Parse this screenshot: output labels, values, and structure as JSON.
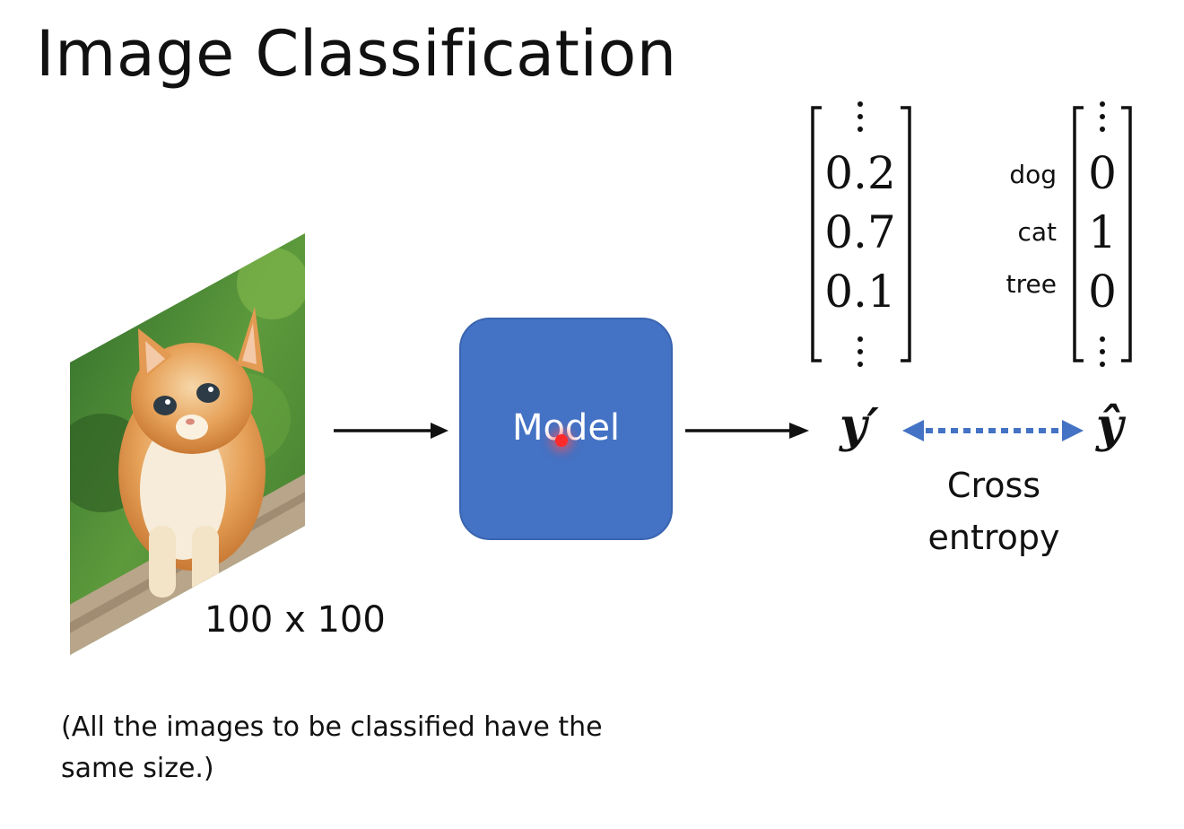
{
  "title": "Image Classification",
  "image": {
    "subject": "orange kitten photo",
    "size_label": "100 x 100"
  },
  "model": {
    "label": "Model"
  },
  "output": {
    "symbol": "y′",
    "values": [
      "0.2",
      "0.7",
      "0.1"
    ]
  },
  "target": {
    "symbol": "ŷ",
    "classes": [
      "dog",
      "cat",
      "tree"
    ],
    "values": [
      "0",
      "1",
      "0"
    ]
  },
  "loss": {
    "label_line1": "Cross",
    "label_line2": "entropy"
  },
  "caption": "(All the images to be classified have the same size.)",
  "colors": {
    "model_fill": "#4472c4",
    "loss_arrow": "#4472c4",
    "cursor": "#ff2b2b"
  }
}
